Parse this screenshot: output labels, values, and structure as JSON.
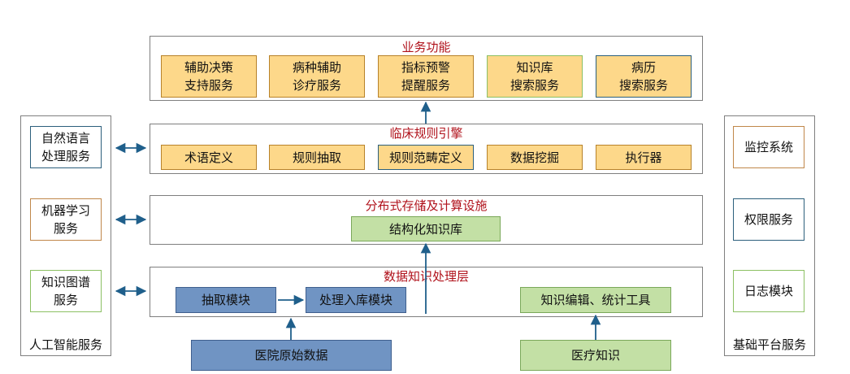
{
  "layers": {
    "business": {
      "title": "业务功能",
      "items": [
        {
          "line1": "辅助决策",
          "line2": "支持服务"
        },
        {
          "line1": "病种辅助",
          "line2": "诊疗服务"
        },
        {
          "line1": "指标预警",
          "line2": "提醒服务"
        },
        {
          "line1": "知识库",
          "line2": "搜索服务"
        },
        {
          "line1": "病历",
          "line2": "搜索服务"
        }
      ]
    },
    "engine": {
      "title": "临床规则引擎",
      "items": [
        "术语定义",
        "规则抽取",
        "规则范畴定义",
        "数据挖掘",
        "执行器"
      ]
    },
    "storage": {
      "title": "分布式存储及计算设施",
      "kb": "结构化知识库"
    },
    "processing": {
      "title": "数据知识处理层",
      "extract": "抽取模块",
      "ingest": "处理入库模块",
      "tools": "知识编辑、统计工具"
    }
  },
  "sources": {
    "raw_data": "医院原始数据",
    "medical_knowledge": "医疗知识"
  },
  "ai_services": {
    "label": "人工智能服务",
    "items": [
      {
        "line1": "自然语言",
        "line2": "处理服务"
      },
      {
        "line1": "机器学习",
        "line2": "服务"
      },
      {
        "line1": "知识图谱",
        "line2": "服务"
      }
    ]
  },
  "platform_services": {
    "label": "基础平台服务",
    "items": [
      "监控系统",
      "权限服务",
      "日志模块"
    ]
  }
}
